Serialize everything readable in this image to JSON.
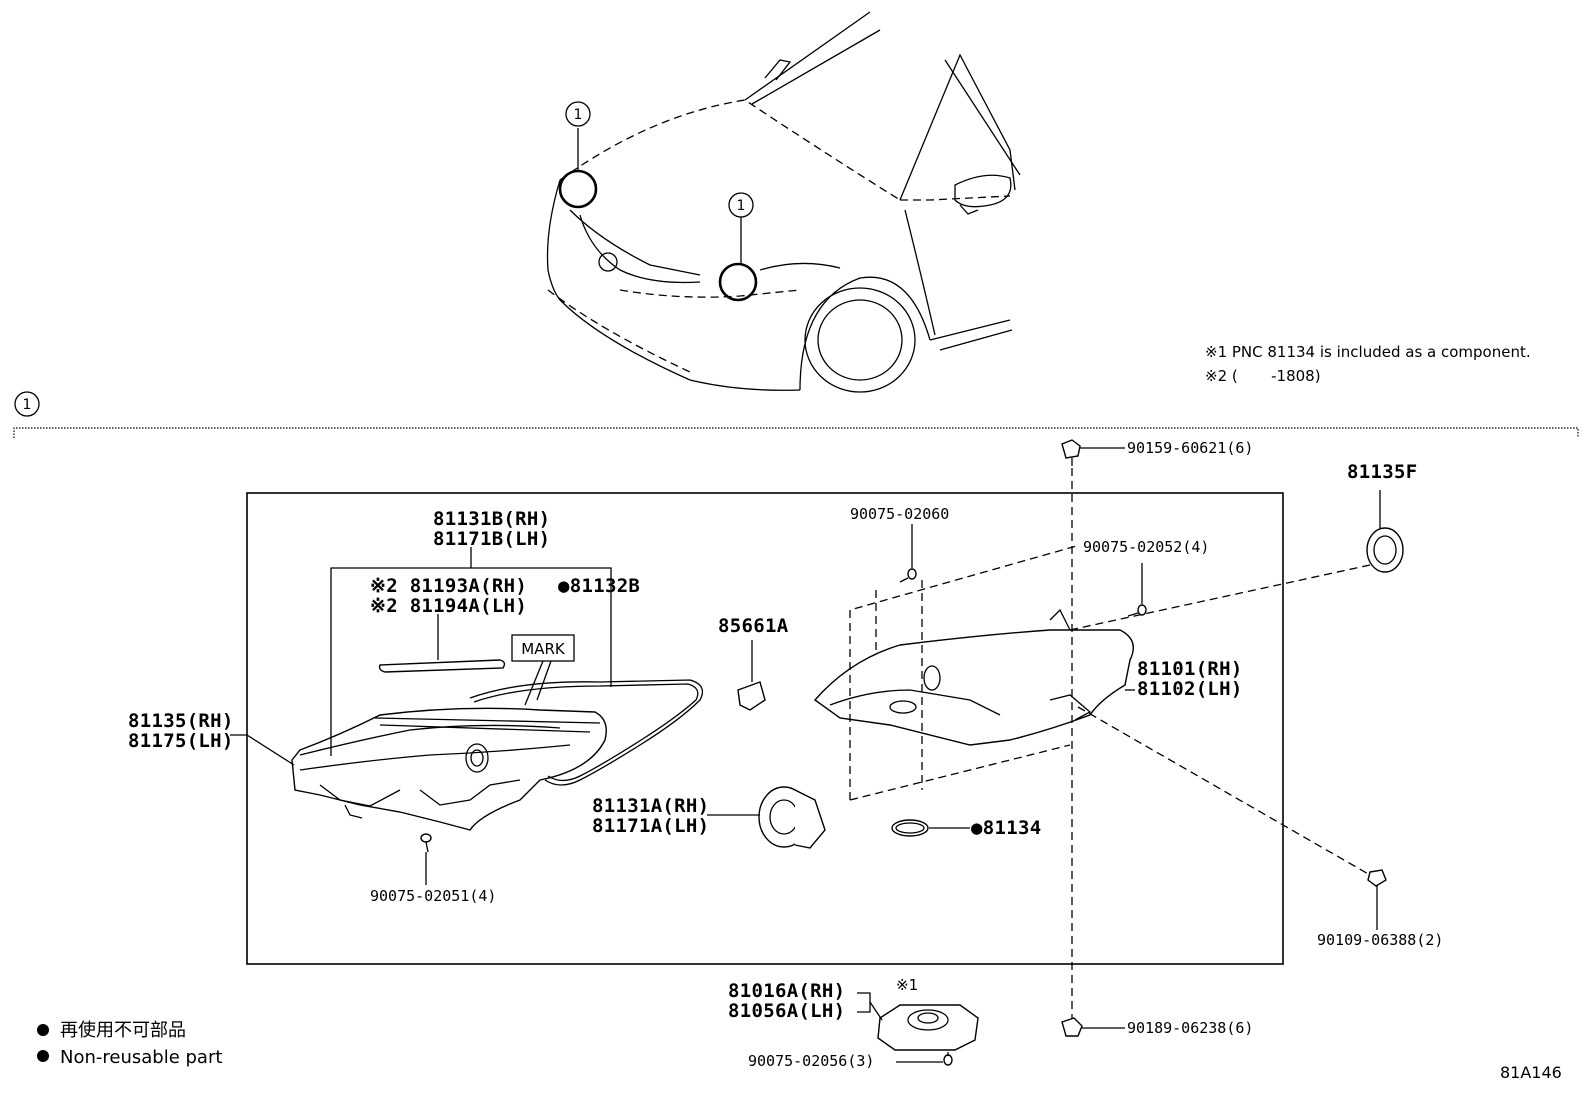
{
  "diagram": {
    "ref_code": "81A146",
    "callout_marker": "1",
    "notes": {
      "note1": "※1 PNC 81134 is included as a component.",
      "note2": "※2 (       -1808)"
    },
    "legend": {
      "japanese": "再使用不可部品",
      "english": "Non-reusable part"
    },
    "mark_label": "MARK",
    "parts": {
      "p81131B_rh": "81131B(RH)",
      "p81171B_lh": "81171B(LH)",
      "p81193A_rh": "※2 81193A(RH)",
      "p81194A_lh": "※2 81194A(LH)",
      "p81132B": "●81132B",
      "p81135_rh": "81135(RH)",
      "p81175_lh": "81175(LH)",
      "p85661A": "85661A",
      "p90075_02060": "90075-02060",
      "p90075_02052": "90075-02052(4)",
      "p90159_60621": "90159-60621(6)",
      "p81135F": "81135F",
      "p81101_rh": "81101(RH)",
      "p81102_lh": "81102(LH)",
      "p81131A_rh": "81131A(RH)",
      "p81171A_lh": "81171A(LH)",
      "p81134": "●81134",
      "p90075_02051": "90075-02051(4)",
      "p90109_06388": "90109-06388(2)",
      "p81016A_rh": "81016A(RH)",
      "p81056A_lh": "81056A(LH)",
      "p_note1_marker": "※1",
      "p90075_02056": "90075-02056(3)",
      "p90189_06238": "90189-06238(6)"
    }
  }
}
